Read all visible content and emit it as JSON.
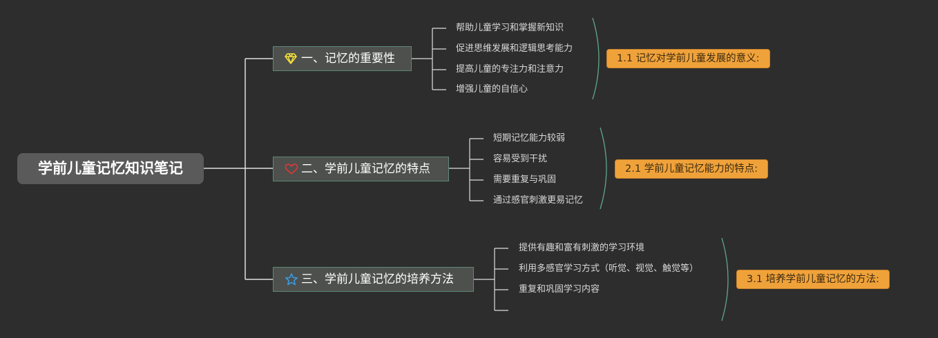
{
  "title": "学前儿童记忆知识笔记",
  "branches": [
    {
      "label": "一、记忆的重要性",
      "icon": "diamond-icon",
      "icon_color": "#f5e13a",
      "items": [
        "帮助儿童学习和掌握新知识",
        "促进思维发展和逻辑思考能力",
        "提高儿童的专注力和注意力",
        "增强儿童的自信心"
      ],
      "summary": "1.1 记忆对学前儿童发展的意义:"
    },
    {
      "label": "二、学前儿童记忆的特点",
      "icon": "heart-icon",
      "icon_color": "#d23a3a",
      "items": [
        "短期记忆能力较弱",
        "容易受到干扰",
        "需要重复与巩固",
        "通过感官刺激更易记忆"
      ],
      "summary": "2.1 学前儿童记忆能力的特点:"
    },
    {
      "label": "三、学前儿童记忆的培养方法",
      "icon": "star-icon",
      "icon_color": "#3a9be0",
      "items": [
        "提供有趣和富有刺激的学习环境",
        "利用多感官学习方式（听觉、视觉、触觉等）",
        "重复和巩固学习内容",
        ""
      ],
      "summary": "3.1 培养学前儿童记忆的方法:"
    }
  ],
  "colors": {
    "background": "#2d2d2d",
    "connector": "#e0e0e0",
    "brace": "#5fa88a",
    "summary_fill": "#f0a23a"
  }
}
